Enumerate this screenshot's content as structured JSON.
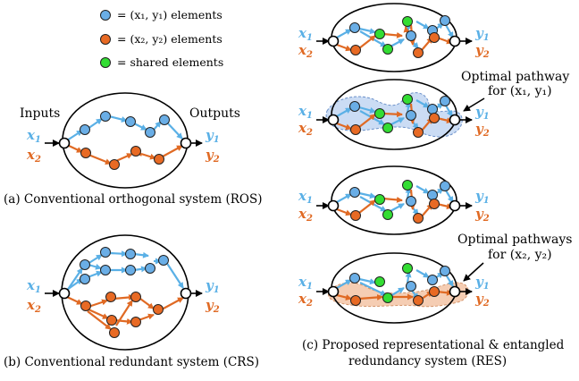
{
  "colors": {
    "blue": "#5ab0e6",
    "blue_node": "#6aaee6",
    "orange": "#e06a24",
    "orange_node": "#e86a24",
    "green_node": "#33dd33",
    "pathway_blue": "#c6d9f3",
    "pathway_orange": "#f5c8ab"
  },
  "legend": [
    {
      "color": "blue",
      "label": "= (x₁, y₁) elements"
    },
    {
      "color": "orange",
      "label": "= (x₂, y₂) elements"
    },
    {
      "color": "green",
      "label": "= shared elements"
    }
  ],
  "labels": {
    "inputs": "Inputs",
    "outputs": "Outputs",
    "x1": "x",
    "x2": "x",
    "y1": "y",
    "y2": "y",
    "sub1": "1",
    "sub2": "2"
  },
  "annotations": {
    "optimal_1_line1": "Optimal pathway",
    "optimal_1_line2": "for (x₁, y₁)",
    "optimal_2_line1": "Optimal pathways",
    "optimal_2_line2": "for (x₂, y₂)"
  },
  "captions": {
    "a": "(a) Conventional orthogonal system (ROS)",
    "b": "(b) Conventional redundant system (CRS)",
    "c_line1": "(c) Proposed representational & entangled",
    "c_line2": "redundancy system (RES)"
  }
}
